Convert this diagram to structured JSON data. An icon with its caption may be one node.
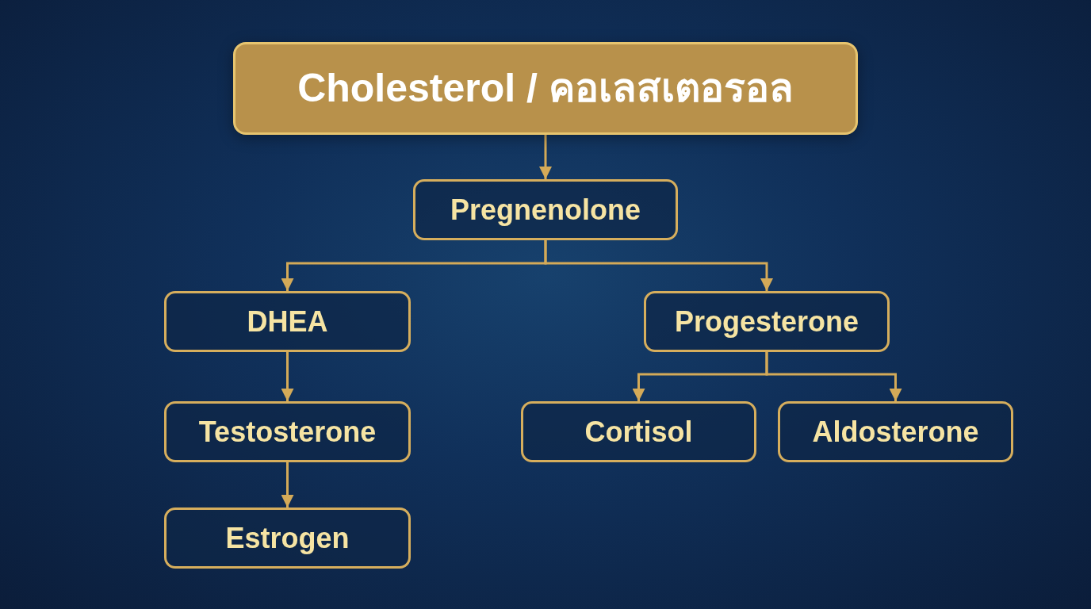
{
  "diagram": {
    "nodes": [
      {
        "text": [
          "Cholesterol / คอเลสเตอรอล"
        ]
      },
      {
        "text": [
          "Pregnenolone"
        ]
      },
      {
        "text": [
          "DHEA"
        ]
      },
      {
        "text": [
          "Progesterone"
        ]
      },
      {
        "text": [
          "Testosterone"
        ]
      },
      {
        "text": [
          "Cortisol"
        ]
      },
      {
        "text": [
          "Aldosterone"
        ]
      },
      {
        "text": [
          "Estrogen"
        ]
      }
    ],
    "edges": [
      {
        "from": 0,
        "to": 1,
        "arrow": "to"
      },
      {
        "from": 1,
        "to": 2,
        "arrow": "to"
      },
      {
        "from": 1,
        "to": 3,
        "arrow": "to"
      },
      {
        "from": 2,
        "to": 4,
        "arrow": "to"
      },
      {
        "from": 3,
        "to": 5,
        "arrow": "to"
      },
      {
        "from": 3,
        "to": 6,
        "arrow": "to"
      },
      {
        "from": 4,
        "to": 7,
        "arrow": "to"
      }
    ]
  }
}
